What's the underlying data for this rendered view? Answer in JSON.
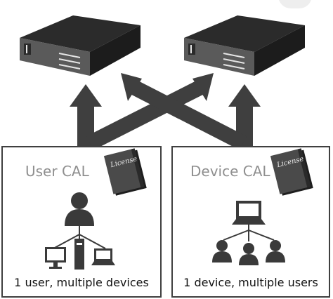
{
  "user_panel": {
    "title": "User CAL",
    "license_label": "License",
    "caption": "1 user, multiple devices",
    "icon": "user-with-devices-icon"
  },
  "device_panel": {
    "title": "Device CAL",
    "license_label": "License",
    "caption": "1 device, multiple users",
    "icon": "device-with-users-icon"
  },
  "servers": [
    "server-icon",
    "server-icon"
  ],
  "colors": {
    "dark": "#3f3f3f",
    "server_top": "#2b2b2b",
    "server_front": "#595959",
    "title_gray": "#8f8f8f",
    "book": "#4a4a4a"
  }
}
